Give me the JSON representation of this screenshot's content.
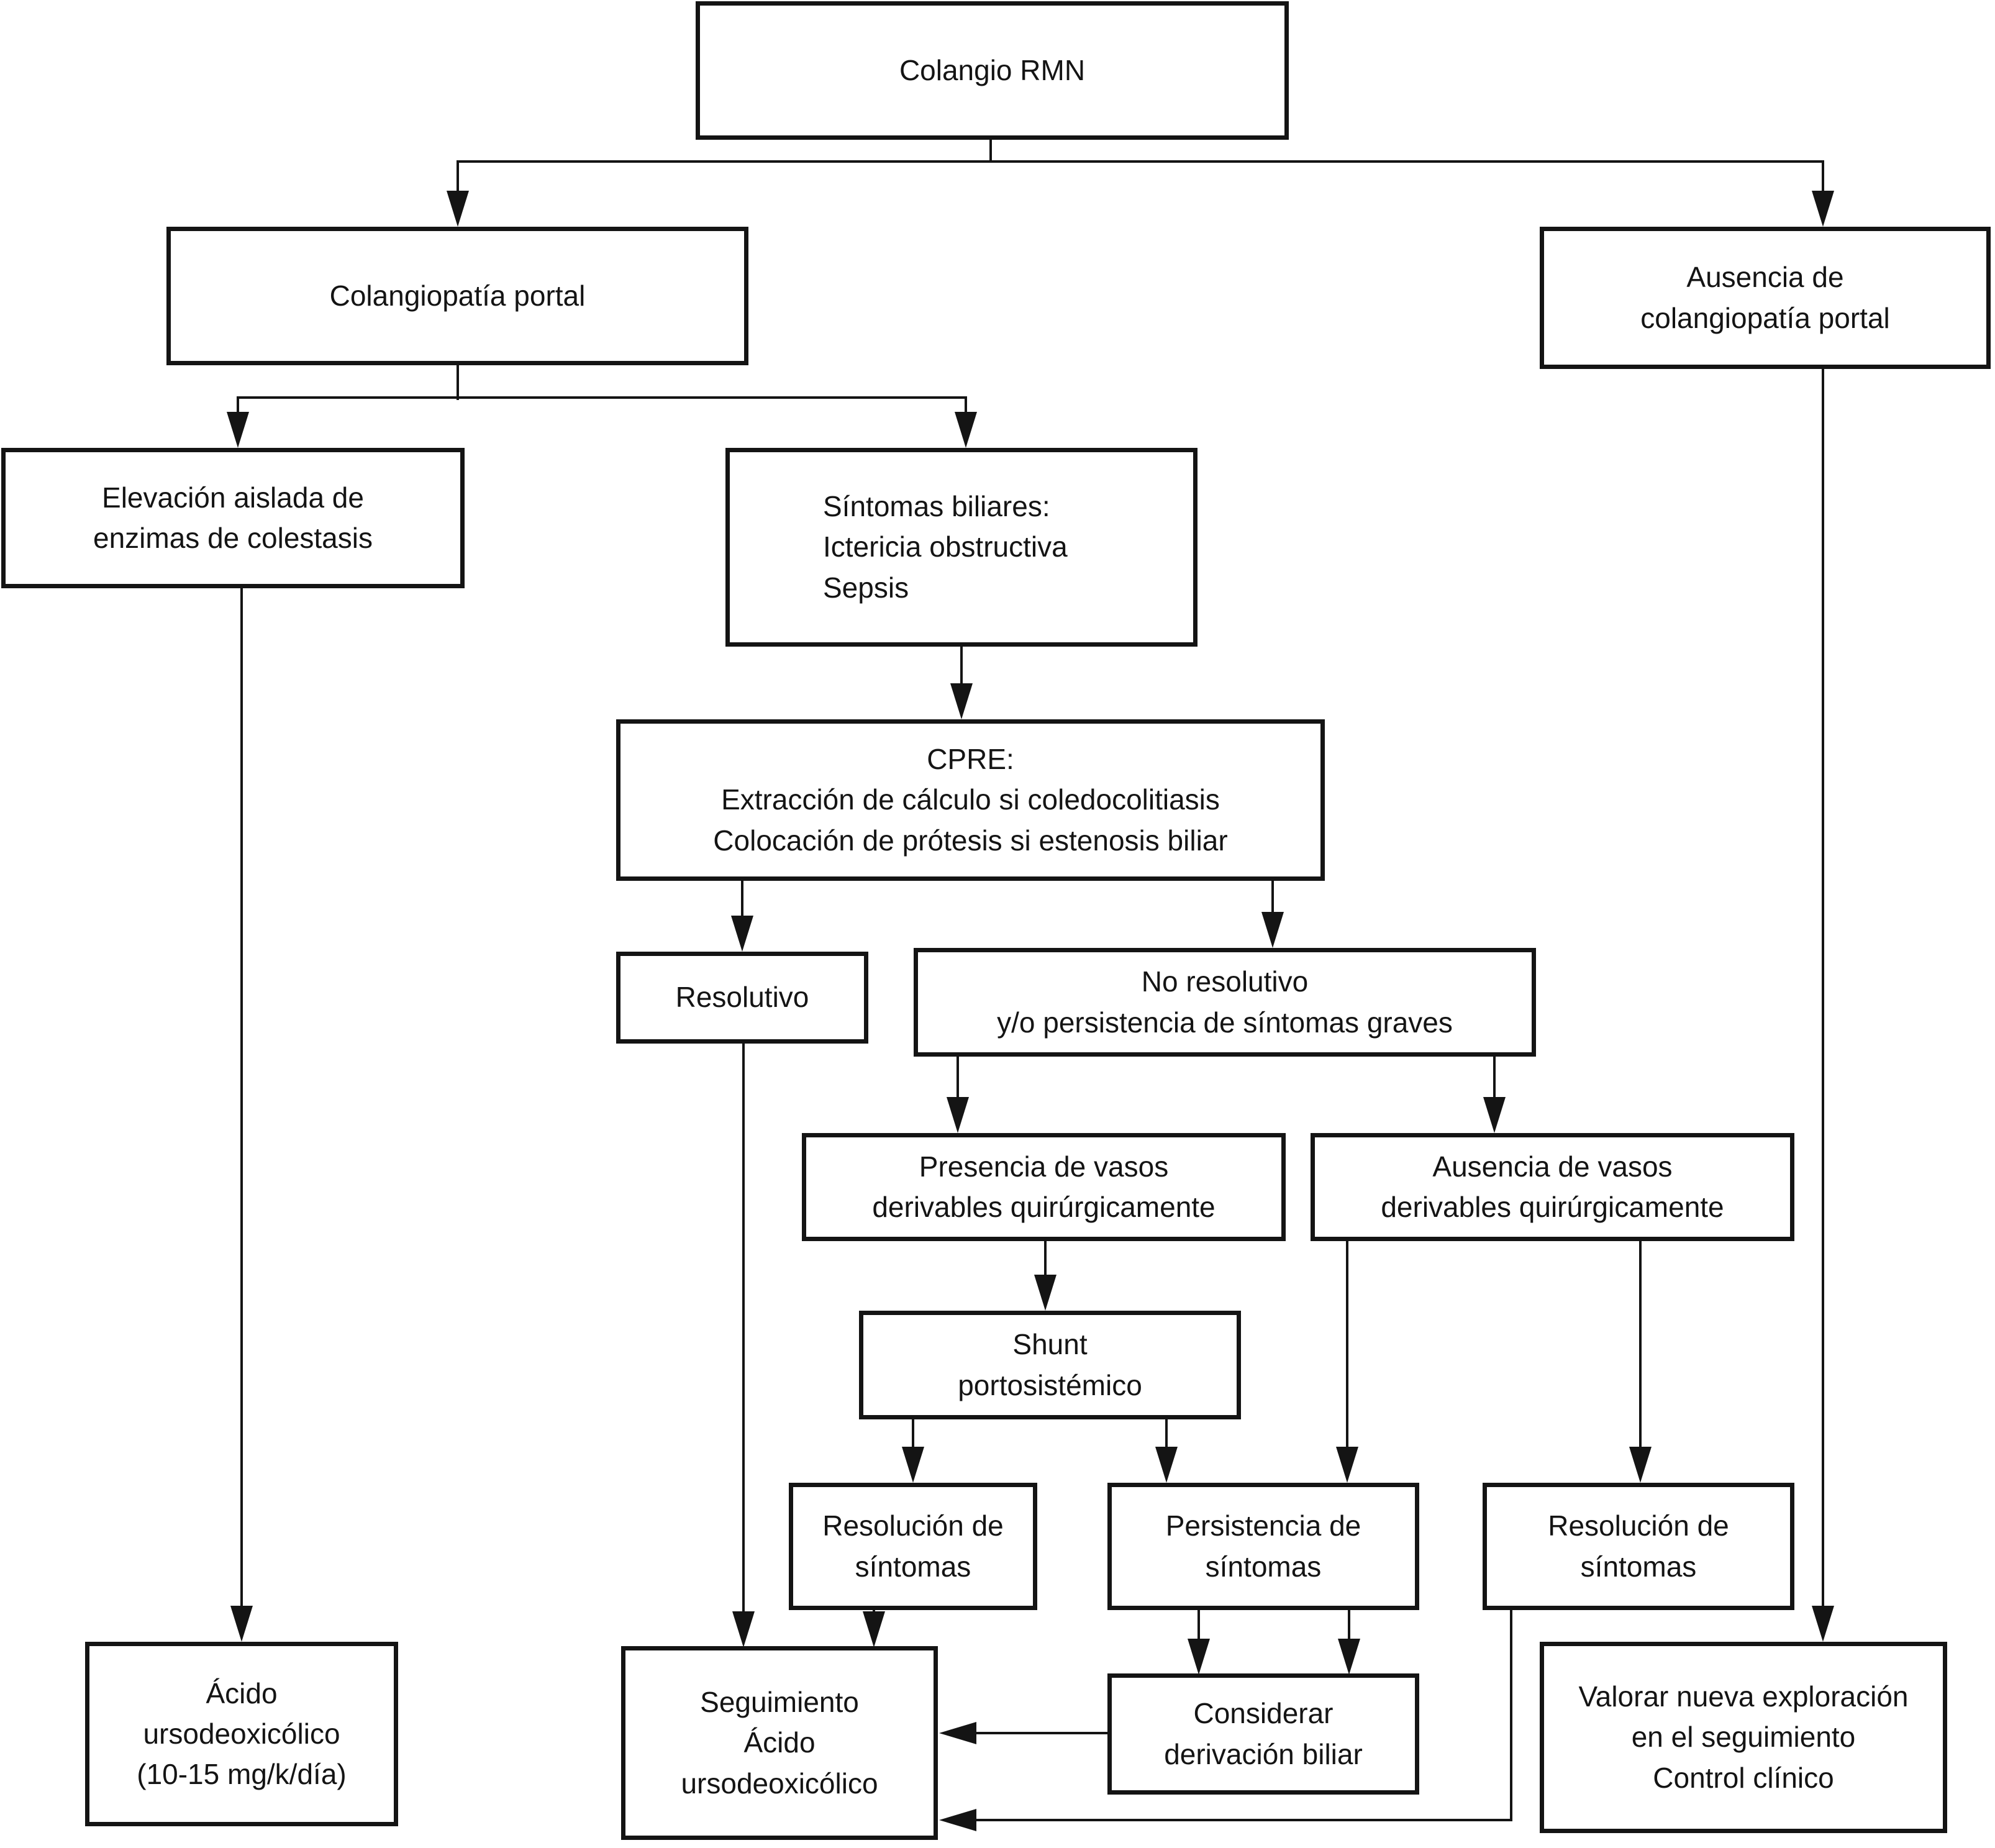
{
  "diagram": {
    "type": "flowchart",
    "language": "es",
    "colors": {
      "background": "#ffffff",
      "line": "#141414",
      "box_border": "#141414",
      "text": "#141414"
    },
    "nodes": {
      "colangio_rmn": {
        "lines": [
          "Colangio RMN"
        ]
      },
      "colangiopatia_portal": {
        "lines": [
          "Colangiopatía portal"
        ]
      },
      "ausencia_colangiopatia": {
        "lines": [
          "Ausencia de",
          "colangiopatía portal"
        ]
      },
      "elevacion_enzimas": {
        "lines": [
          "Elevación aislada de",
          "enzimas de colestasis"
        ]
      },
      "sintomas_biliares": {
        "lines": [
          "Síntomas biliares:",
          "Ictericia obstructiva",
          "Sepsis"
        ]
      },
      "cpre": {
        "lines": [
          "CPRE:",
          "Extracción de cálculo si coledocolitiasis",
          "Colocación de prótesis si estenosis biliar"
        ]
      },
      "resolutivo": {
        "lines": [
          "Resolutivo"
        ]
      },
      "no_resolutivo": {
        "lines": [
          "No resolutivo",
          "y/o persistencia de síntomas graves"
        ]
      },
      "presencia_vasos": {
        "lines": [
          "Presencia de vasos",
          "derivables quirúrgicamente"
        ]
      },
      "ausencia_vasos": {
        "lines": [
          "Ausencia de vasos",
          "derivables quirúrgicamente"
        ]
      },
      "shunt_portosistemico": {
        "lines": [
          "Shunt",
          "portosistémico"
        ]
      },
      "resolucion_sintomas_izq": {
        "lines": [
          "Resolución de",
          "síntomas"
        ]
      },
      "persistencia_sintomas": {
        "lines": [
          "Persistencia de",
          "síntomas"
        ]
      },
      "resolucion_sintomas_der": {
        "lines": [
          "Resolución de",
          "síntomas"
        ]
      },
      "acido_ursodeoxicolico": {
        "lines": [
          "Ácido",
          "ursodeoxicólico",
          "(10-15 mg/k/día)"
        ]
      },
      "seguimiento": {
        "lines": [
          "Seguimiento",
          "Ácido",
          "ursodeoxicólico"
        ]
      },
      "considerar_derivacion": {
        "lines": [
          "Considerar",
          "derivación biliar"
        ]
      },
      "valorar_exploracion": {
        "lines": [
          "Valorar nueva exploración",
          "en el seguimiento",
          "Control clínico"
        ]
      }
    }
  }
}
